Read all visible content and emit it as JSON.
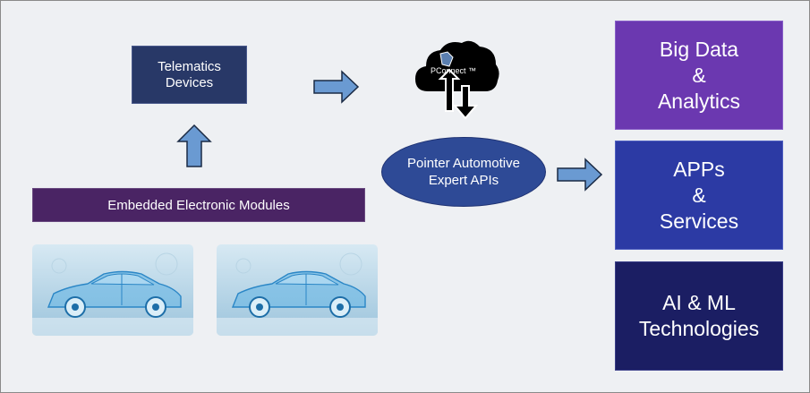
{
  "telematics": {
    "label": "Telematics\nDevices"
  },
  "embedded": {
    "label": "Embedded Electronic Modules"
  },
  "cloud": {
    "label": "PConnect ™",
    "icon": "cloud-upload-download-icon"
  },
  "api": {
    "label": "Pointer Automotive\nExpert APIs"
  },
  "outputs": {
    "big_data": "Big Data\n&\nAnalytics",
    "apps": "APPs\n&\nServices",
    "ai_ml": "AI & ML\nTechnologies"
  },
  "colors": {
    "background": "#eef0f3",
    "telematics": "#283867",
    "embedded": "#4a2464",
    "big_data": "#6b38b0",
    "apps": "#2c3aa4",
    "ai_ml": "#1b1e63",
    "api": "#2e4a96",
    "arrow": "#6a9ad2"
  }
}
